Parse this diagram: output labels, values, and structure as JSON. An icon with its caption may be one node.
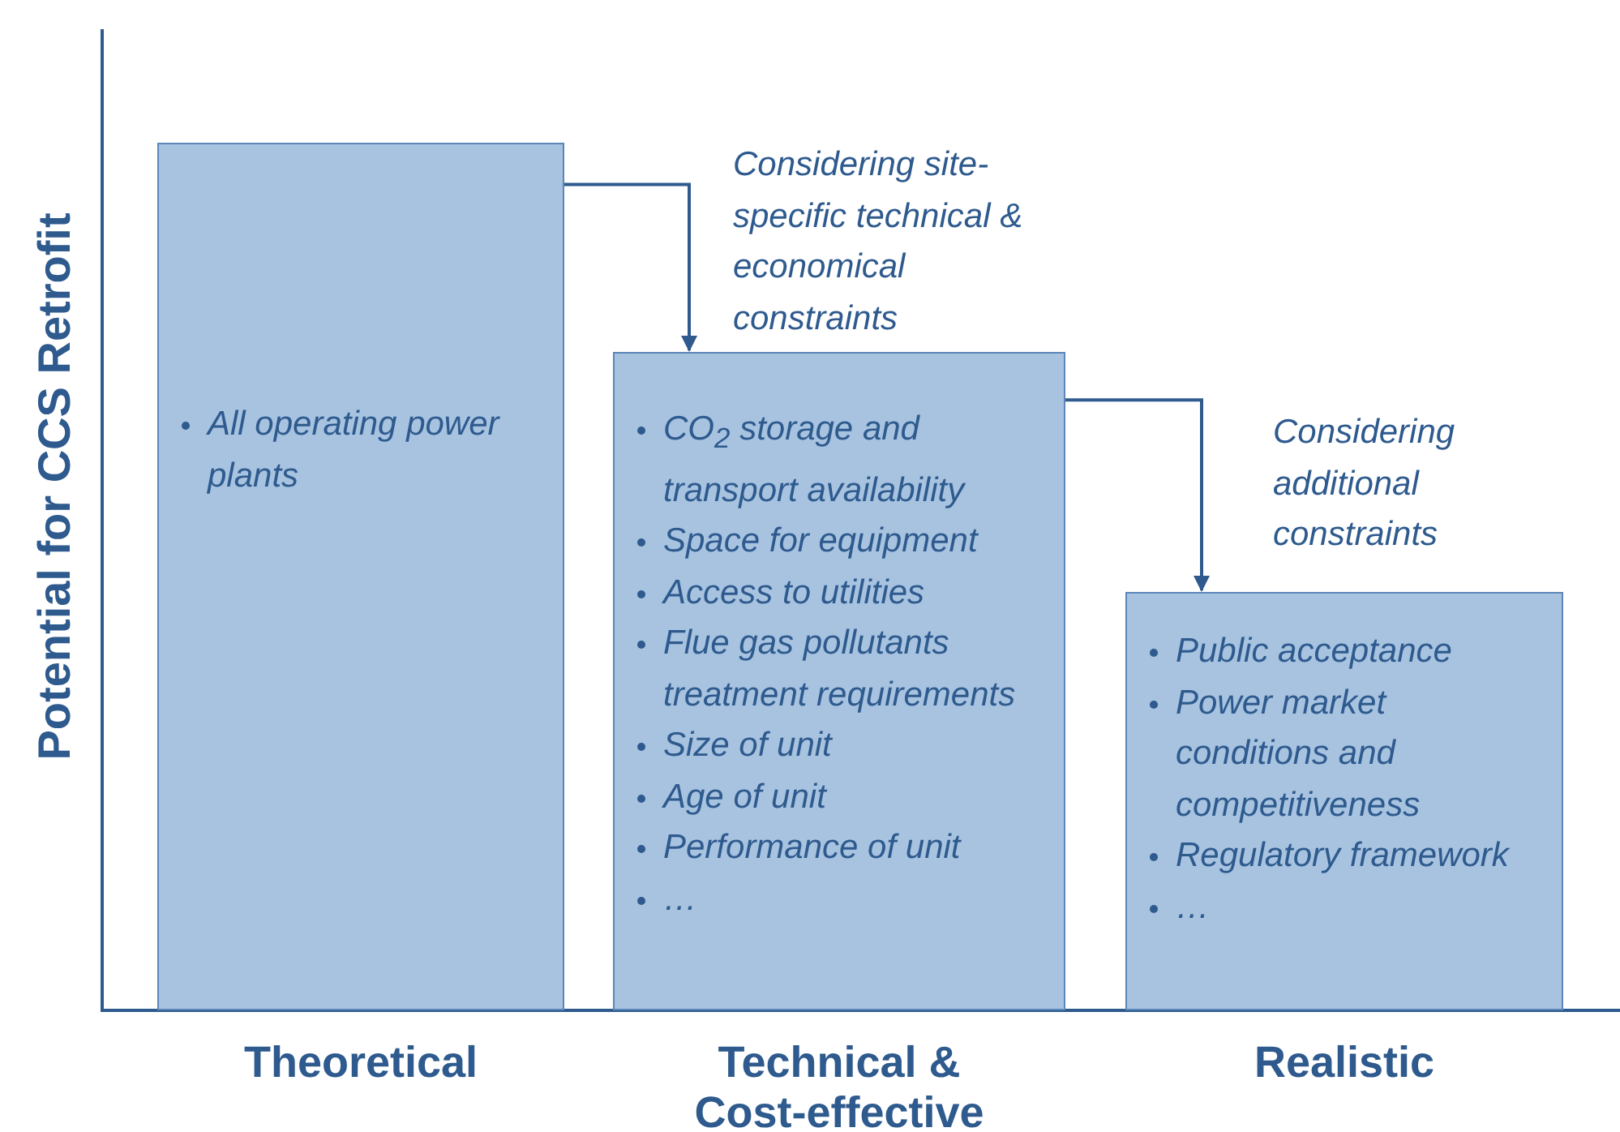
{
  "diagram": {
    "nodes": [
      {
        "text": [
          "All operating power plants"
        ],
        "beside": [
          "Theoretical"
        ]
      },
      {
        "text": [
          "CO$_{2}$ storage  and transport availability",
          "Space for equipment",
          "Access to utilities",
          "Flue gas pollutants treatment requirements",
          "Size of unit",
          "Age of unit",
          "Performance of unit",
          "…"
        ],
        "beside": [
          "Technical & Cost-effective"
        ]
      },
      {
        "text": [
          "Public acceptance",
          "Power market conditions and competitiveness",
          "Regulatory framework",
          "…"
        ],
        "beside": [
          "Realistic"
        ]
      }
    ],
    "edges": [
      {
        "from": 0,
        "to": 1,
        "arrow": "to",
        "label": "Considering site-specific technical & economical constraints"
      },
      {
        "from": 1,
        "to": 2,
        "arrow": "to",
        "label": "Considering additional constraints"
      }
    ],
    "labels": [
      "Potential for CCS Retrofit"
    ]
  }
}
